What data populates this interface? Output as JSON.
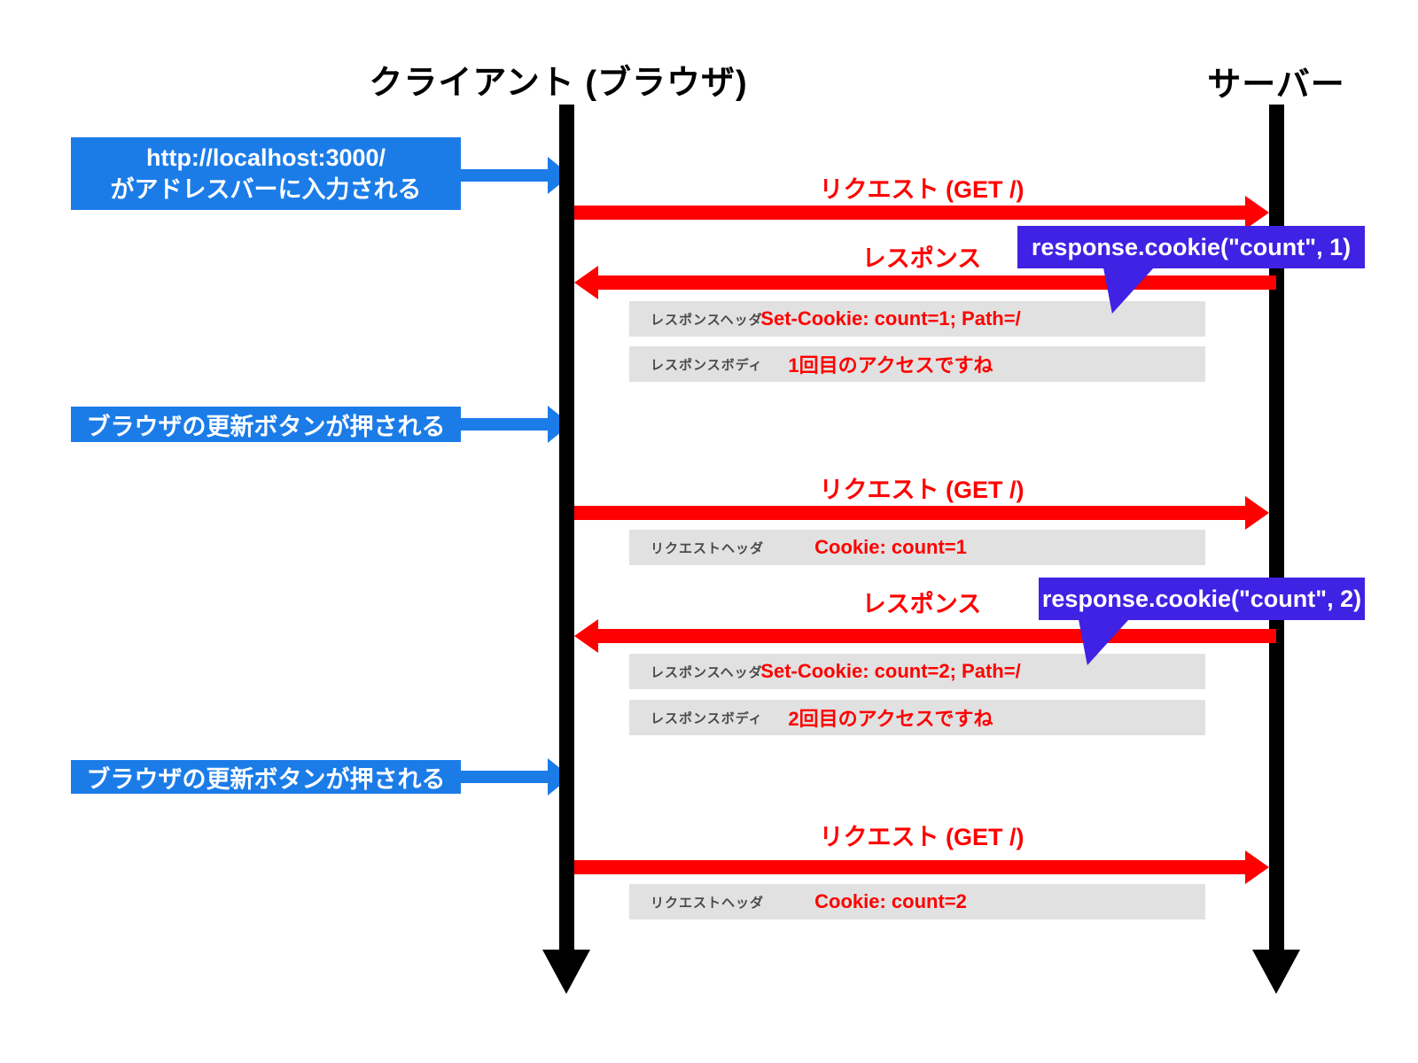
{
  "actors": {
    "client_title": "クライアント (ブラウザ)",
    "server_title": "サーバー"
  },
  "notes": {
    "note1_line1": "http://localhost:3000/",
    "note1_line2": "がアドレスバーに入力される",
    "note2": "ブラウザの更新ボタンが押される",
    "note3": "ブラウザの更新ボタンが押される"
  },
  "messages": {
    "request1": "リクエスト (GET /)",
    "response1": "レスポンス",
    "request2": "リクエスト (GET /)",
    "response2": "レスポンス",
    "request3": "リクエスト (GET /)"
  },
  "callouts": {
    "cookie1": "response.cookie(\"count\", 1)",
    "cookie2": "response.cookie(\"count\", 2)"
  },
  "detail_rows": [
    {
      "label": "レスポンスヘッダ",
      "value": "Set-Cookie: count=1; Path=/"
    },
    {
      "label": "レスポンスボディ",
      "value": "1回目のアクセスですね"
    },
    {
      "label": "リクエストヘッダ",
      "value": "Cookie: count=1"
    },
    {
      "label": "レスポンスヘッダ",
      "value": "Set-Cookie: count=2; Path=/"
    },
    {
      "label": "レスポンスボディ",
      "value": "2回目のアクセスですね"
    },
    {
      "label": "リクエストヘッダ",
      "value": "Cookie: count=2"
    }
  ],
  "colors": {
    "blue": "#1b7ce8",
    "red": "#fe0000",
    "purple": "#3f22e3",
    "row_gray": "#e1e1e1",
    "black": "#000000"
  }
}
